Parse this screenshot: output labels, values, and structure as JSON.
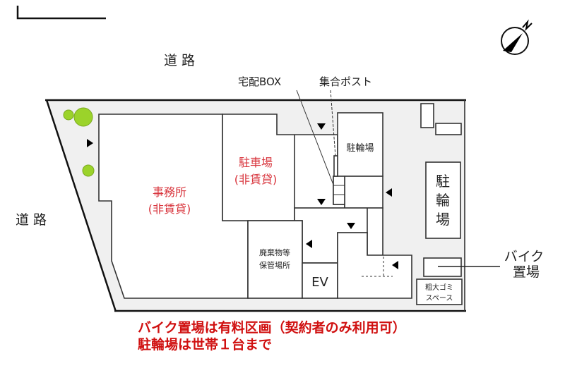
{
  "colors": {
    "lot": "#f0f0f0",
    "walls": "#333333",
    "tree": "#9bd32a",
    "accent_text": "#d8343c",
    "note_text": "#d01010"
  },
  "compass": {
    "icon": "north-arrow-compass",
    "label": "N"
  },
  "roads": {
    "top": "道 路",
    "left": "道 路"
  },
  "labels": {
    "delivery_box": "宅配BOX",
    "mailbox": "集合ポスト",
    "bike_parking_small": "駐輪場",
    "bike_parking_large": [
      "駐",
      "輪",
      "場"
    ],
    "parking": "駐車場",
    "parking_note": "(非賃貸)",
    "office": "事務所",
    "office_note": "(非賃貸)",
    "waste_storage": [
      "廃棄物等",
      "保管場所"
    ],
    "elevator": "EV",
    "bulky_trash": [
      "粗大ゴミ",
      "スペース"
    ],
    "motorbike_parking": [
      "バイク",
      "置場"
    ]
  },
  "notes": [
    "バイク置場は有料区画（契約者のみ利用可）",
    "駐輪場は世帯１台まで"
  ]
}
